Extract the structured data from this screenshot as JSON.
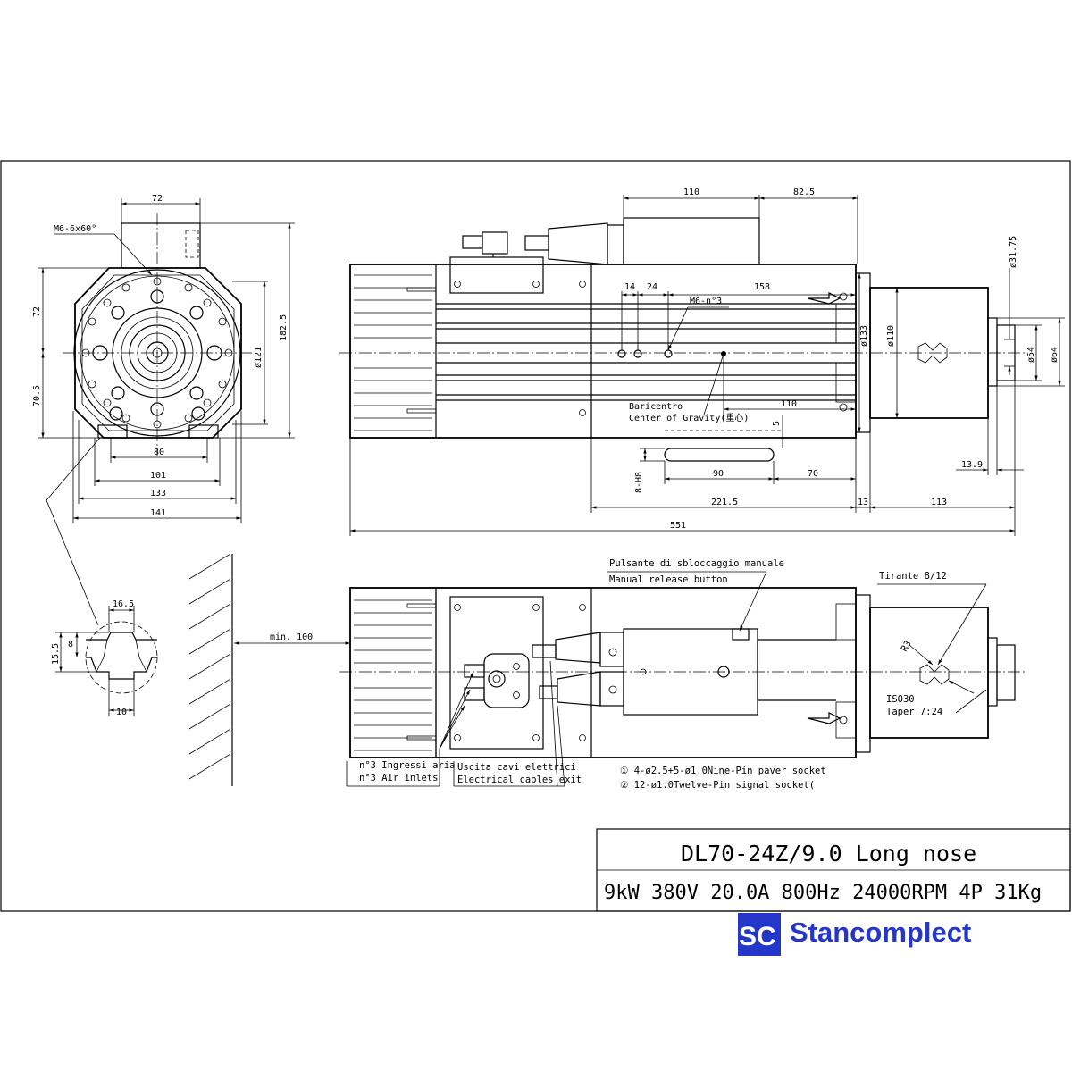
{
  "title_block": {
    "model": "DL70-24Z/9.0 Long nose",
    "specs": "9kW 380V 20.0A 800Hz 24000RPM 4P 31Kg"
  },
  "brand": {
    "name": "Stancomplect",
    "logo_letters": "SC",
    "color": "#2437c9"
  },
  "front_view": {
    "dims": {
      "d72_top": "72",
      "thread": "M6-6x60°",
      "d72_left": "72",
      "d70_5": "70.5",
      "d121": "ø121",
      "d182_5": "182.5",
      "d80": "80",
      "d101": "101",
      "d133": "133",
      "d141": "141"
    }
  },
  "detail_view": {
    "dims": {
      "d16_5": "16.5",
      "d15_5": "15.5",
      "d8": "8",
      "d10": "10"
    }
  },
  "side_view": {
    "dims": {
      "d110_top": "110",
      "d82_5": "82.5",
      "d14": "14",
      "d24": "24",
      "d158": "158",
      "thread": "M6-n°3",
      "d133": "ø133",
      "d110_dia": "ø110",
      "d31_75": "ø31.75",
      "d54": "ø54",
      "d64": "ø64",
      "d110_cg": "110",
      "d5": "5",
      "d13_9": "13.9",
      "d90": "90",
      "d70": "70",
      "d8_h8": "8-H8",
      "d221_5": "221.5",
      "d13": "13",
      "d113": "113",
      "d551": "551"
    },
    "labels": {
      "cg_it": "Baricentro",
      "cg_en": "Center of Gravity(重心)"
    }
  },
  "top_view": {
    "dims": {
      "min100": "min. 100",
      "r3": "R3"
    },
    "labels": {
      "release_it": "Pulsante di sbloccaggio manuale",
      "release_en": "Manual release button",
      "drawbar": "Tirante 8/12",
      "iso": "ISO30",
      "taper": "Taper 7:24",
      "air_it": "n°3 Ingressi aria",
      "air_en": "n°3 Air inlets",
      "cables_it": "Uscita cavi elettrici",
      "cables_en": "Electrical cables exit",
      "socket1": "① 4-ø2.5+5-ø1.0Nine-Pin paver socket",
      "socket2": "② 12-ø1.0Twelve-Pin signal socket("
    }
  }
}
